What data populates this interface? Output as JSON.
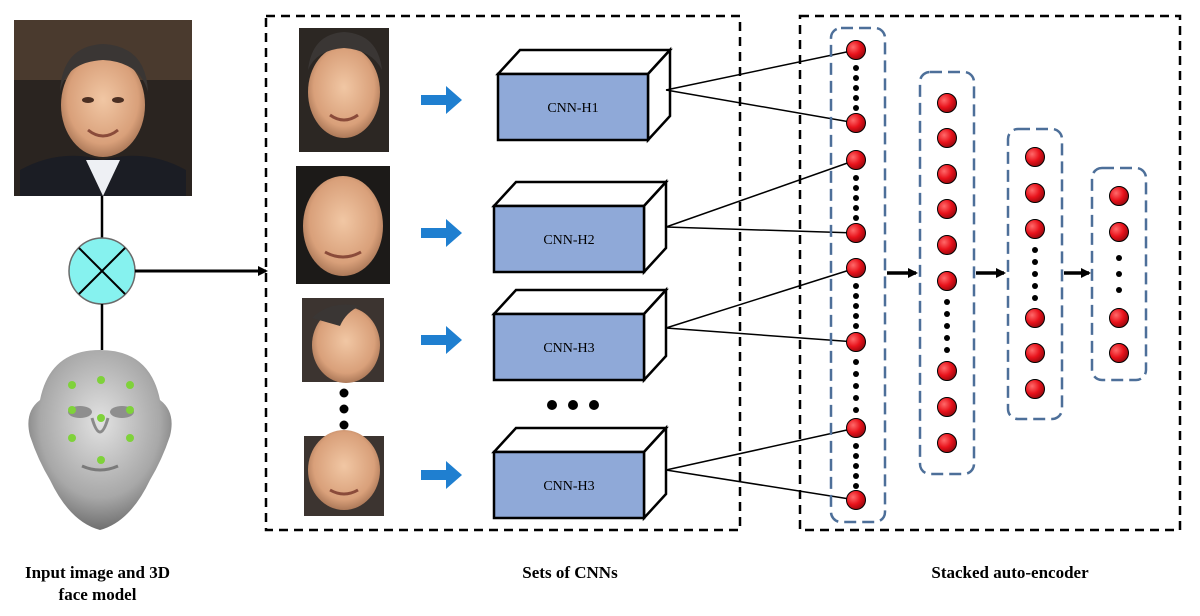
{
  "captions": {
    "input": "Input image and 3D face model",
    "cnns": "Sets of CNNs",
    "autoencoder": "Stacked auto-encoder"
  },
  "cnn_blocks": [
    {
      "label": "CNN-H1"
    },
    {
      "label": "CNN-H2"
    },
    {
      "label": "CNN-H3"
    },
    {
      "label": "CNN-H3"
    }
  ],
  "colors": {
    "cnn_front": "#8fa9d8",
    "cnn_side": "#ffffff",
    "node": "#e8121b",
    "arrow_blue": "#1f7fd0",
    "fusion": "#86f2ef",
    "group_border": "#4d6f99",
    "landmark": "#7fd23a"
  },
  "icons": {
    "fusion": "multiply-circle-icon",
    "face_photo": "face-photo-icon",
    "face_model": "3d-face-model-icon"
  }
}
